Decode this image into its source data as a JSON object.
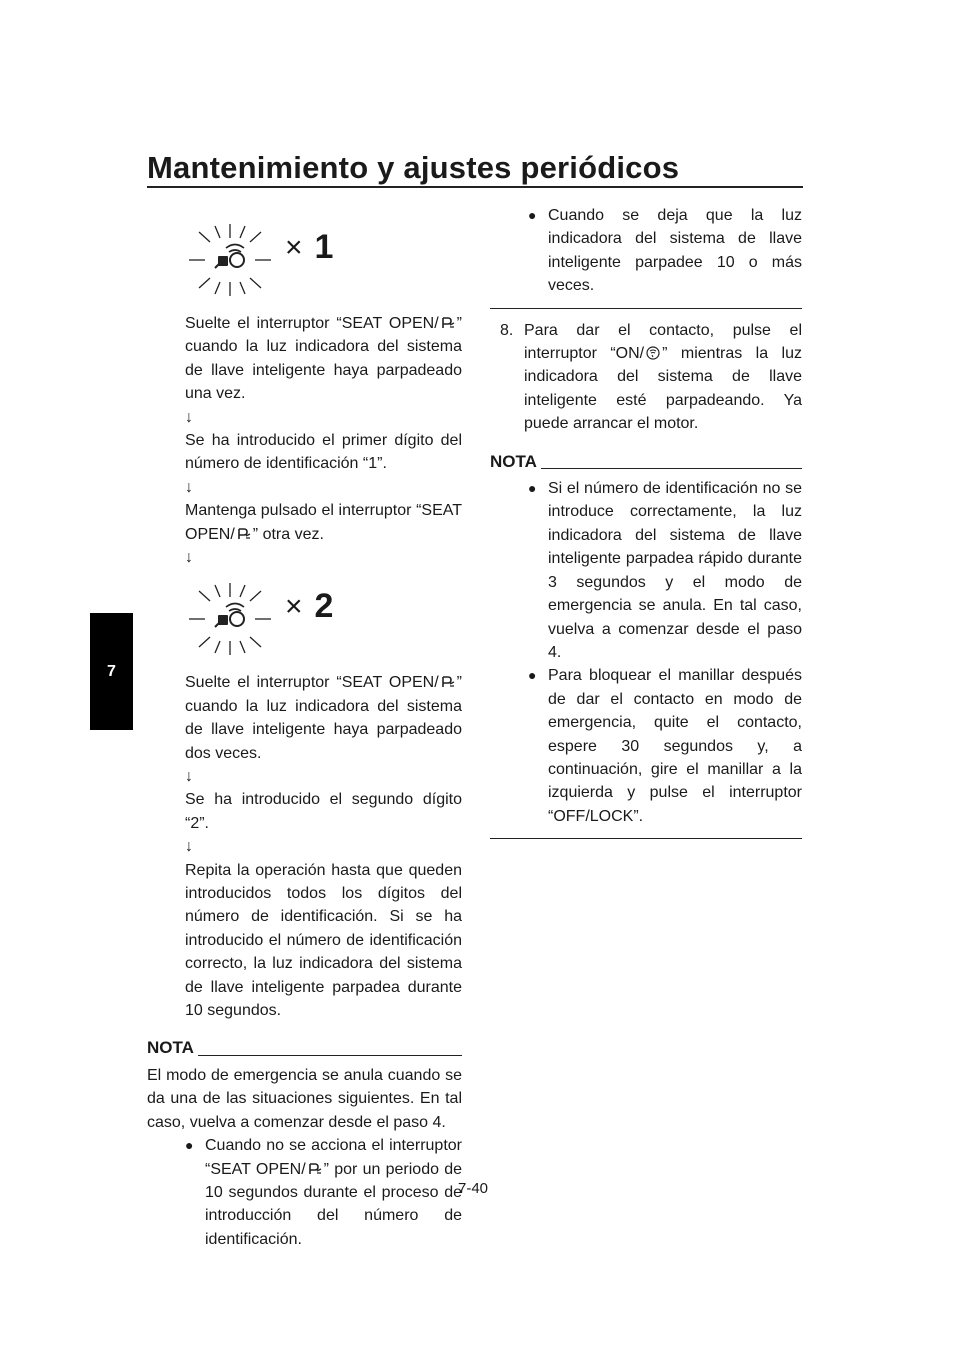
{
  "header": {
    "title": "Mantenimiento y ajustes periódicos",
    "chapter_tab": "7"
  },
  "left": {
    "fig1_count": "1",
    "p1a": "Suelte el interruptor “SEAT OPEN/",
    "p1b": "” cuando la luz indicadora del sistema de llave inteligente haya parpadeado una vez.",
    "arrow": "↓",
    "p2": "Se ha introducido el primer dígito del número de identificación “1”.",
    "p3a": "Mantenga pulsado el interruptor “SEAT OPEN/",
    "p3b": "” otra vez.",
    "fig2_count": "2",
    "p4a": "Suelte el interruptor “SEAT OPEN/",
    "p4b": "” cuando la luz indicadora del sistema de llave inteligente haya parpadeado dos veces.",
    "p5": "Se ha introducido el segundo dígito “2”.",
    "p6": "Repita la operación hasta que queden introducidos todos los dígitos del número de identificación. Si se ha introducido el número de identificación correcto, la luz indicadora del sistema de llave inteligente parpadea durante 10 segundos.",
    "nota_label": "NOTA",
    "nota_text": "El modo de emergencia se anula cuando se da una de las situaciones siguientes. En tal caso, vuelva a comenzar desde el paso 4.",
    "bullet1a": "Cuando no se acciona el interruptor “SEAT OPEN/",
    "bullet1b": "” por un periodo de 10 segundos durante el proceso de introducción del número de identificación."
  },
  "right": {
    "bullet2": "Cuando se deja que la luz indicadora del sistema de llave inteligente parpadee 10 o más veces.",
    "step_num": "8.",
    "step_a": "Para dar el contacto, pulse el interruptor “ON/",
    "step_b": "” mientras la luz indicadora del sistema de llave inteligente esté parpadeando. Ya puede arrancar el motor.",
    "nota_label": "NOTA",
    "nota_b1": "Si el número de identificación no se introduce correctamente, la luz indicadora del sistema de llave inteligente parpadea rápido durante 3 segundos y el modo de emergencia se anula. En tal caso, vuelva a comenzar desde el paso 4.",
    "nota_b2": "Para bloquear el manillar después de dar el contacto en modo de emergencia, quite el contacto, espere 30 segundos y, a continuación, gire el manillar a la izquierda y pulse el interruptor “OFF/LOCK”."
  },
  "footer": {
    "page_number": "7-40"
  }
}
